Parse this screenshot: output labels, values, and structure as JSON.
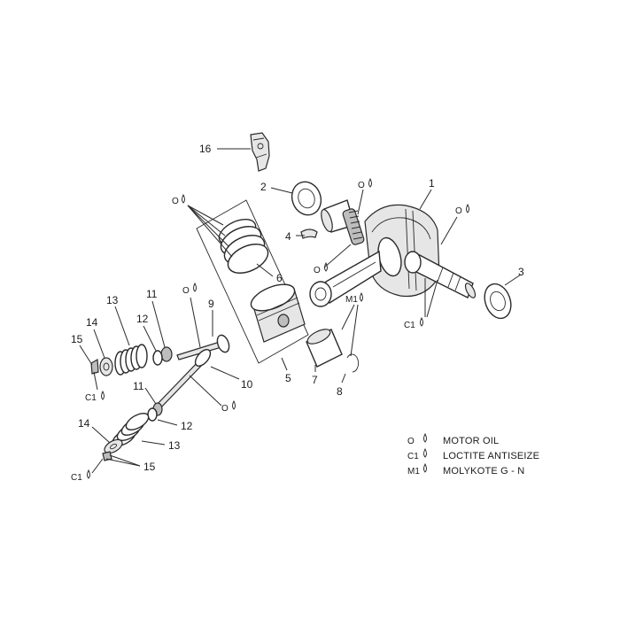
{
  "callouts": {
    "p1": "1",
    "p2": "2",
    "p3": "3",
    "p4": "4",
    "p5": "5",
    "p6": "6",
    "p7": "7",
    "p8": "8",
    "p9": "9",
    "p10": "10",
    "p11a": "11",
    "p11b": "11",
    "p12a": "12",
    "p12b": "12",
    "p13a": "13",
    "p13b": "13",
    "p14a": "14",
    "p14b": "14",
    "p15a": "15",
    "p15b": "15",
    "p16": "16"
  },
  "symbols": {
    "oil": "O",
    "loctite": "C1",
    "molykote": "M1"
  },
  "legend": {
    "oil": "MOTOR OIL",
    "loctite": "LOCTITE ANTISEIZE",
    "molykote": "MOLYKOTE G - N"
  }
}
